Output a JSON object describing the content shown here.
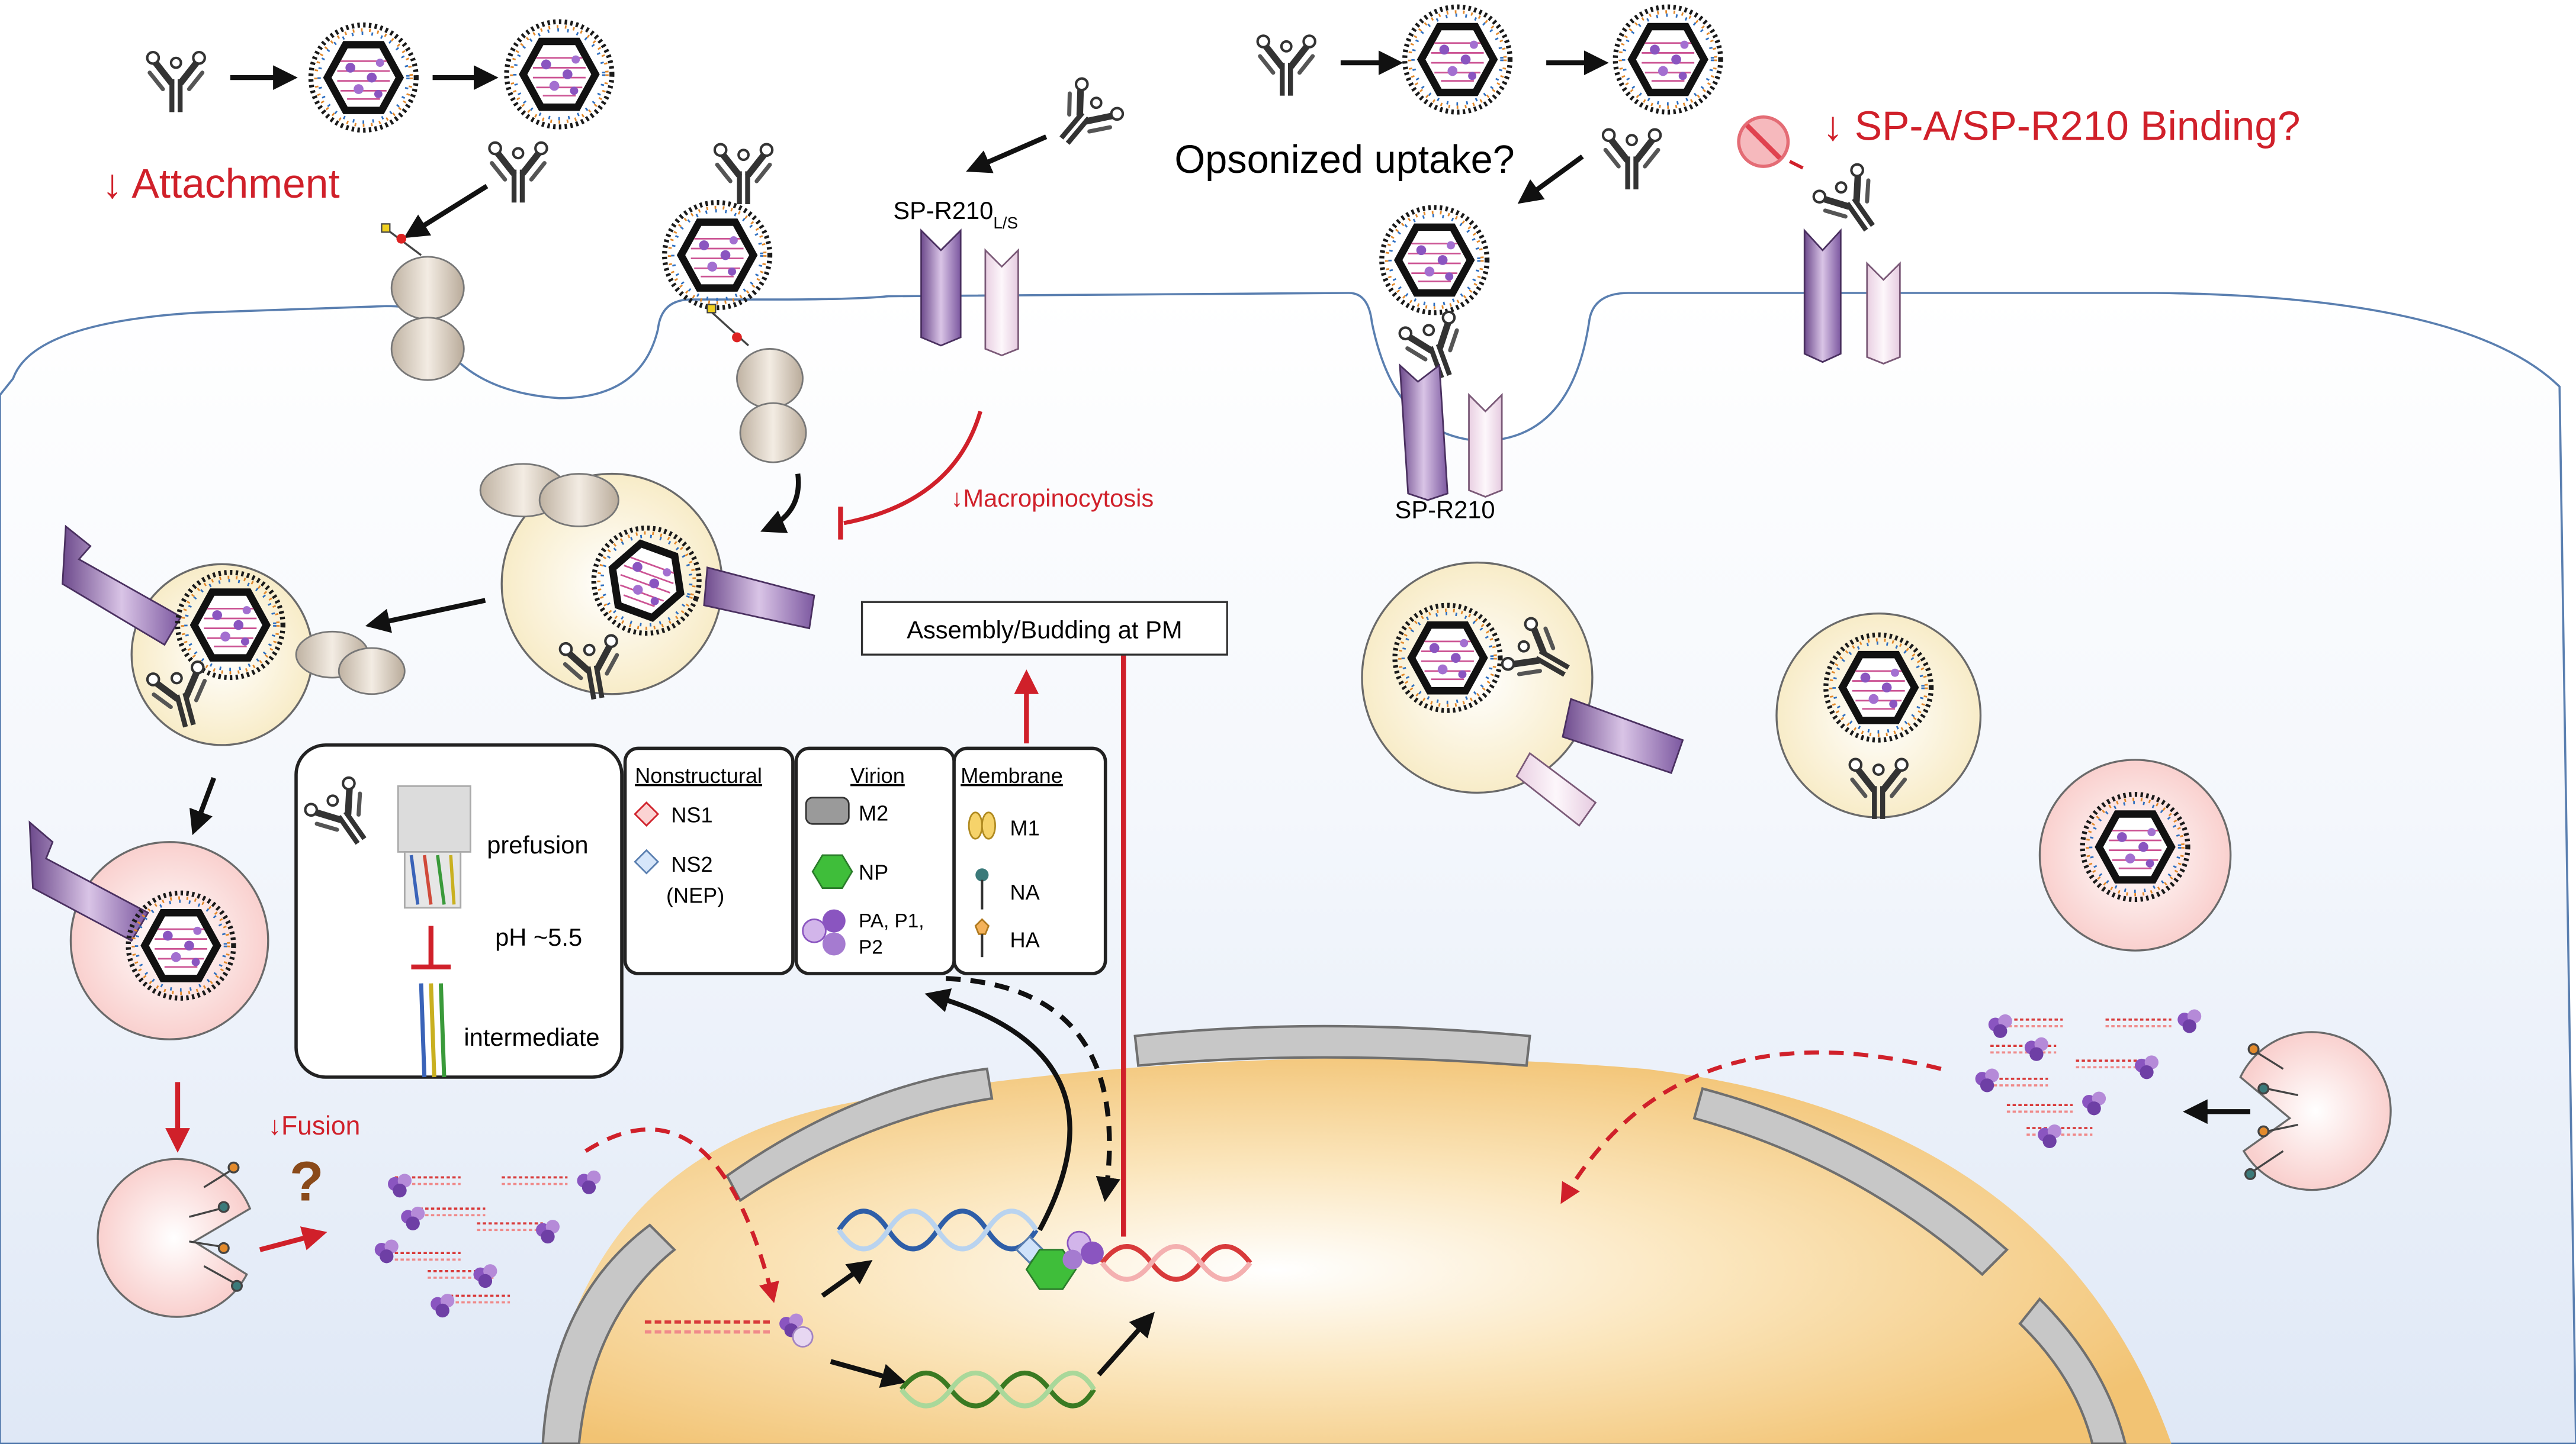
{
  "labels": {
    "attachment": "↓ Attachment",
    "sp_r210_ls_main": "SP-R210",
    "sp_r210_ls_sub": "L/S",
    "opsonized_uptake": "Opsonized uptake?",
    "binding": "↓ SP-A/SP-R210 Binding?",
    "sp_r210": "SP-R210",
    "macropinocytosis": "↓Macropinocytosis",
    "assembly": "Assembly/Budding at PM",
    "fusion": "↓Fusion",
    "question": "?"
  },
  "ha_panel": {
    "prefusion": "prefusion",
    "ph": "pH ~5.5",
    "intermediate": "intermediate"
  },
  "legend": {
    "nonstructural": {
      "title": "Nonstructural",
      "items": [
        "NS1",
        "NS2",
        "(NEP)"
      ]
    },
    "virion": {
      "title": "Virion",
      "items": [
        "M2",
        "NP",
        "PA, P1,",
        "P2"
      ]
    },
    "membrane": {
      "title": "Membrane",
      "items": [
        "M1",
        "NA",
        "HA"
      ]
    }
  },
  "colors": {
    "red_annotation": "#d0202a",
    "receptor_purple": "#9b74b8",
    "receptor_light": "#f1e4f0",
    "vesicle_cream": "#fbf3dc",
    "vesicle_pink": "#fbe0df",
    "nucleus": "#f5c97a",
    "membrane_line": "#5a7fb0",
    "capsid_purple": "#8a55c0",
    "np_green": "#3fbe3a"
  },
  "icons": {
    "no_symbol": "no-entry-icon",
    "antibody": "antibody-icon",
    "virion": "virion-icon"
  }
}
